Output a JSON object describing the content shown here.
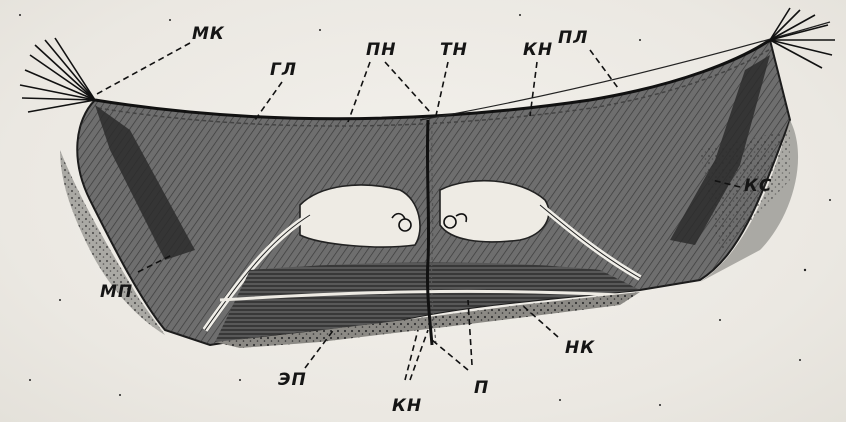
{
  "labels": {
    "mk": "МК",
    "gl": "ГЛ",
    "pn_top": "ПН",
    "tn": "ТН",
    "kn_top": "КН",
    "pl": "ПЛ",
    "ks": "КС",
    "mp": "МП",
    "nk": "НК",
    "ep": "ЭП",
    "kn_bottom": "КН",
    "p": "П"
  },
  "colors": {
    "ink": "#151515",
    "paper": "#efece7",
    "tissue_dark": "#3a3a3a",
    "tissue_mid": "#7a7a7a",
    "tissue_light": "#b9b6b0"
  }
}
